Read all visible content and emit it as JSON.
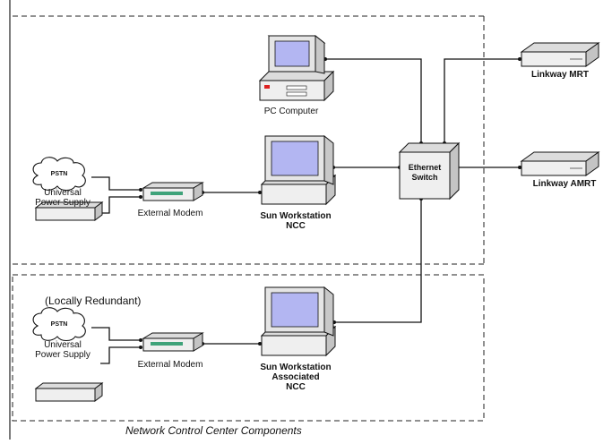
{
  "labels": {
    "pc_computer": "PC Computer",
    "linkway_mrt": "Linkway MRT",
    "linkway_amrt": "Linkway AMRT",
    "ethernet_switch_1": "Ethernet",
    "ethernet_switch_2": "Switch",
    "pstn_top": "PSTN",
    "pstn_bottom": "PSTN",
    "ups_top_1": "Universal",
    "ups_top_2": "Power Supply",
    "ups_bottom_1": "Universal",
    "ups_bottom_2": "Power Supply",
    "modem_top": "External Modem",
    "modem_bottom": "External Modem",
    "sun_ncc_1": "Sun Workstation",
    "sun_ncc_2": "NCC",
    "sun_assoc_1": "Sun Workstation",
    "sun_assoc_2": "Associated",
    "sun_assoc_3": "NCC",
    "redundant_note": "(Locally Redundant)",
    "caption": "Network Control Center Components"
  },
  "colors": {
    "screen": "#b3b6f2",
    "modem_green": "#3fa37a",
    "line": "#111111",
    "device_face": "#efefef",
    "device_shade": "#cfcfcf"
  }
}
